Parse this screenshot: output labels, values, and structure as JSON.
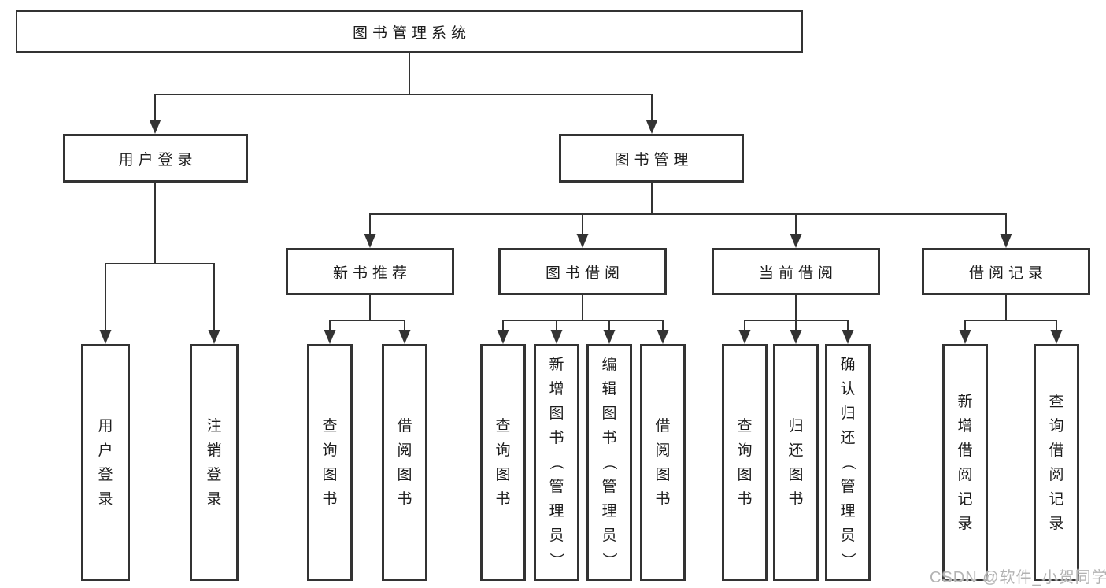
{
  "diagram": {
    "root": {
      "label": "图书管理系统"
    },
    "branches": [
      {
        "label": "用户登录",
        "children": [
          {
            "label": "用户登录"
          },
          {
            "label": "注销登录"
          }
        ]
      },
      {
        "label": "图书管理",
        "groups": [
          {
            "label": "新书推荐",
            "children": [
              {
                "label": "查询图书"
              },
              {
                "label": "借阅图书"
              }
            ]
          },
          {
            "label": "图书借阅",
            "children": [
              {
                "label": "查询图书"
              },
              {
                "label": "新增图书（管理员）"
              },
              {
                "label": "编辑图书（管理员）"
              },
              {
                "label": "借阅图书"
              }
            ]
          },
          {
            "label": "当前借阅",
            "children": [
              {
                "label": "查询图书"
              },
              {
                "label": "归还图书"
              },
              {
                "label": "确认归还（管理员）"
              }
            ]
          },
          {
            "label": "借阅记录",
            "children": [
              {
                "label": "新增借阅记录"
              },
              {
                "label": "查询借阅记录"
              }
            ]
          }
        ]
      }
    ]
  },
  "watermark": {
    "text": "CSDN @软件_小贺同学"
  },
  "colors": {
    "line": "#333333",
    "box_border": "#333333",
    "text": "#1c1c1c",
    "watermark": "#b3b3b3",
    "background": "#ffffff"
  }
}
